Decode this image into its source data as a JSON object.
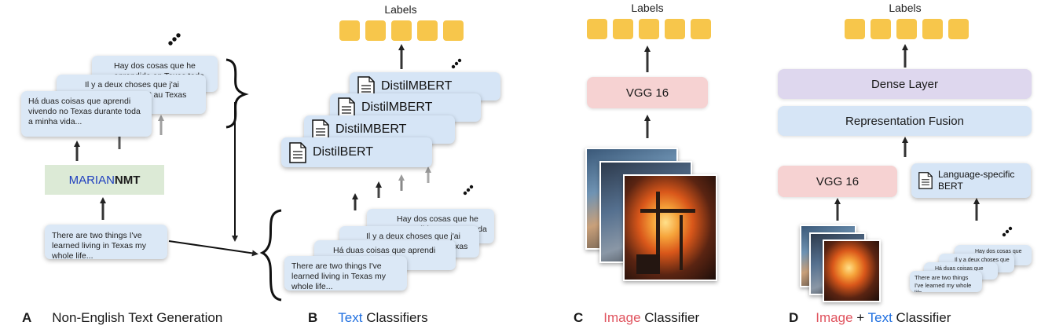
{
  "panel_a": {
    "letter": "A",
    "caption": "Non-English Text Generation",
    "translator_blue": "MARIAN",
    "translator_black": "NMT",
    "source_text": "There are two things I've learned living in Texas my whole life...",
    "spanish_text": "Hay dos cosas que he aprendido en Texas toda mi vida...",
    "french_text": "Il y a deux choses que j'ai apprises en vivant au Texas toute ma vie...",
    "portuguese_text": "Há duas coisas que aprendi vivendo no Texas durante toda a minha vida..."
  },
  "panel_b": {
    "letter": "B",
    "caption_blue": "Text",
    "caption_rest": " Classifiers",
    "labels_title": "Labels",
    "models": [
      "DistilMBERT",
      "DistilMBERT",
      "DistilMBERT",
      "DistilBERT"
    ],
    "spanish_text": "Hay dos cosas que he aprendido en Texas toda mi vida...",
    "french_text": "Il y a deux choses que j'ai apprises en vivant au Texas",
    "portuguese_text": "Há duas coisas que aprendi durante toda a",
    "english_text": "There are two things I've learned living in Texas my whole life..."
  },
  "panel_c": {
    "letter": "C",
    "caption_red": "Image",
    "caption_rest": " Classifier",
    "labels_title": "Labels",
    "model": "VGG 16"
  },
  "panel_d": {
    "letter": "D",
    "caption_red": "Image",
    "caption_plus": " + ",
    "caption_blue": "Text",
    "caption_rest": " Classifier",
    "labels_title": "Labels",
    "dense": "Dense Layer",
    "fusion": "Representation Fusion",
    "vgg": "VGG 16",
    "bert": "Language-specific BERT",
    "spanish_text": "Hay dos cosas que he aprendido",
    "french_text": "Il y a deux choses que j'ai",
    "portuguese_text": "Há duas coisas que aprendi",
    "english_text": "There are two things I've learned my whole life..."
  },
  "colors": {
    "label": "#f7c64b",
    "card": "#dbe8f6",
    "vgg": "#f6d2d2",
    "dense": "#ded7ee",
    "text_accent": "#1f6fe0",
    "image_accent": "#e0535e"
  }
}
